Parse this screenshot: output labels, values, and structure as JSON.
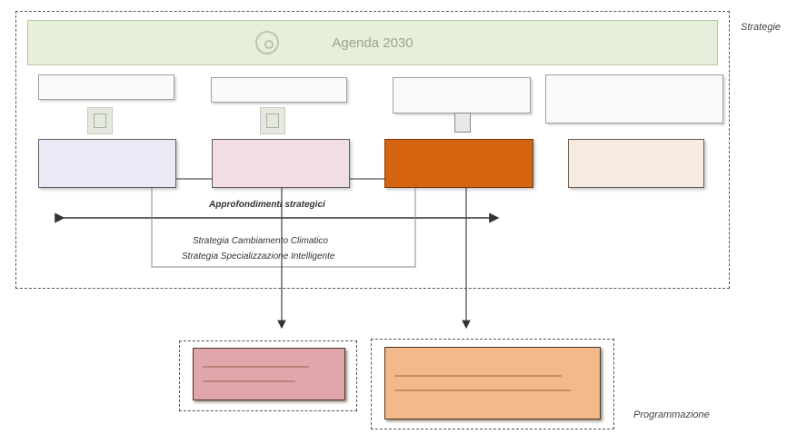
{
  "labels": {
    "strategie": "Strategie",
    "programmazione": "Programmazione",
    "approfondimenti": "Approfondimenti strategici",
    "strategia_clima": "Strategia Cambiamento Climatico",
    "strategia_specializzazione": "Strategia Specializzazione Intelligente"
  },
  "agenda": {
    "label": "Agenda 2030",
    "icon": "globe-icon"
  },
  "sub_boxes": [
    {
      "label": ""
    },
    {
      "label": ""
    },
    {
      "label": ""
    },
    {
      "label": ""
    }
  ],
  "main_boxes": [
    {
      "label": "",
      "color": "#ece8f6"
    },
    {
      "label": "",
      "color": "#f1dde2"
    },
    {
      "label": "",
      "color": "#d4640f"
    },
    {
      "label": "",
      "color": "#f8eadf"
    }
  ],
  "programmazione_boxes": [
    {
      "color": "#e1a6ac"
    },
    {
      "color": "#f3b98a"
    }
  ]
}
